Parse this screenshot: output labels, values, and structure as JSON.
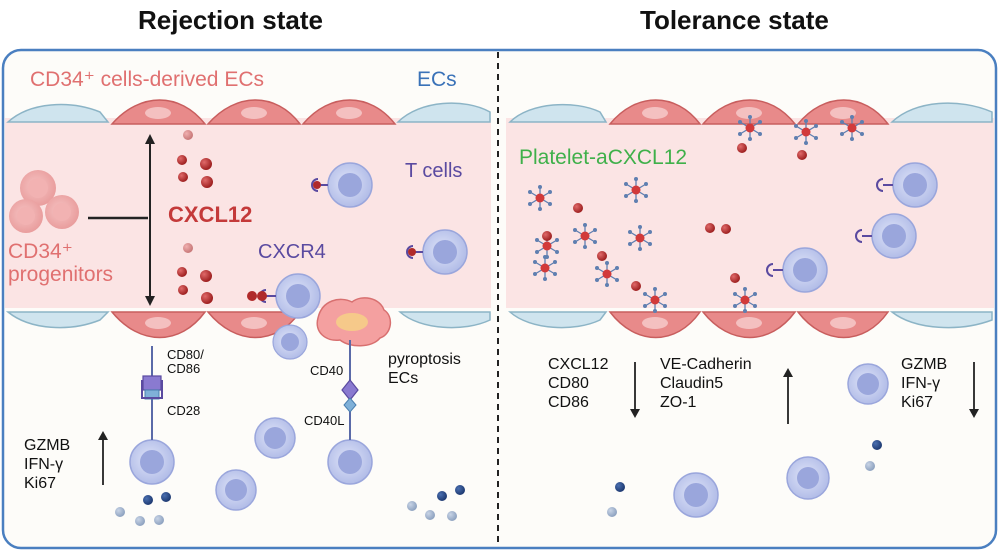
{
  "titles": {
    "left": "Rejection state",
    "right": "Tolerance state"
  },
  "left_panel": {
    "cd34_ecs": "CD34⁺ cells-derived ECs",
    "ecs": "ECs",
    "t_cells": "T cells",
    "cxcl12": "CXCL12",
    "cd34_progenitors": [
      "CD34⁺",
      "progenitors"
    ],
    "cxcr4": "CXCR4",
    "cd80_cd86": [
      "CD80/",
      "CD86"
    ],
    "cd28": "CD28",
    "cd40": "CD40",
    "cd40l": "CD40L",
    "pyroptosis": [
      "pyroptosis",
      "ECs"
    ],
    "markers_up": [
      "GZMB",
      "IFN-γ",
      "Ki67"
    ]
  },
  "right_panel": {
    "platelet": "Platelet-aCXCL12",
    "markers_down_left": [
      "CXCL12",
      "CD80",
      "CD86"
    ],
    "markers_up_junction": [
      "VE-Cadherin",
      "Claudin5",
      "ZO-1"
    ],
    "markers_down_right": [
      "GZMB",
      "IFN-γ",
      "Ki67"
    ]
  },
  "colors": {
    "vessel_fill": "#fbe4e4",
    "border": "#4a7fc0",
    "ec_blue": "#cfe4ee",
    "ec_pink": "#e88a8a",
    "t_cell": "#bcc6ec",
    "t_cell_core": "#8e9ad8",
    "cxcl12_dot": "#b83a3a",
    "platelet_green": "#3fb04a"
  }
}
